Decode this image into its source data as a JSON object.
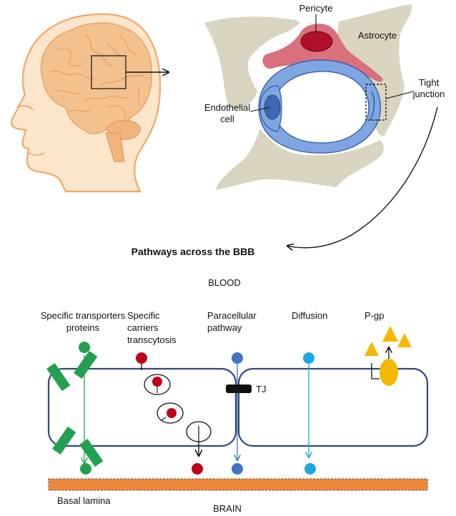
{
  "top": {
    "labels": {
      "pericyte": "Pericyte",
      "astrocyte": "Astrocyte",
      "tight_junction": [
        "Tight",
        "junction"
      ],
      "endothelial_cell": [
        "Endothelial",
        "cell"
      ]
    }
  },
  "title": "Pathways across the BBB",
  "blood": "BLOOD",
  "brain": "BRAIN",
  "basal_lamina": "Basal lamina",
  "tj": "TJ",
  "pathways": {
    "transporters": [
      "Specific transporters",
      "proteins"
    ],
    "carriers": [
      "Specific",
      "carriers",
      "transcytosis"
    ],
    "paracellular": [
      "Paracellular",
      "pathway"
    ],
    "diffusion": [
      "Diffusion"
    ],
    "pgp": [
      "P-gp"
    ]
  },
  "colors": {
    "green": "#22a050",
    "red": "#c00018",
    "blue": "#4472c4",
    "cyan": "#1ba6e6",
    "yellow": "#f5b800",
    "orange": "#f0883c",
    "cell_outline": "#2e4a7a",
    "astrocyte": "#d9d5c0",
    "pericyte": "#d8707e",
    "pericyte_nucleus": "#b0102a",
    "endothelium": "#7fa6e0",
    "endo_nucleus": "#3c68b4",
    "brain": "#f2c18e",
    "skin": "#f8cfa0"
  }
}
